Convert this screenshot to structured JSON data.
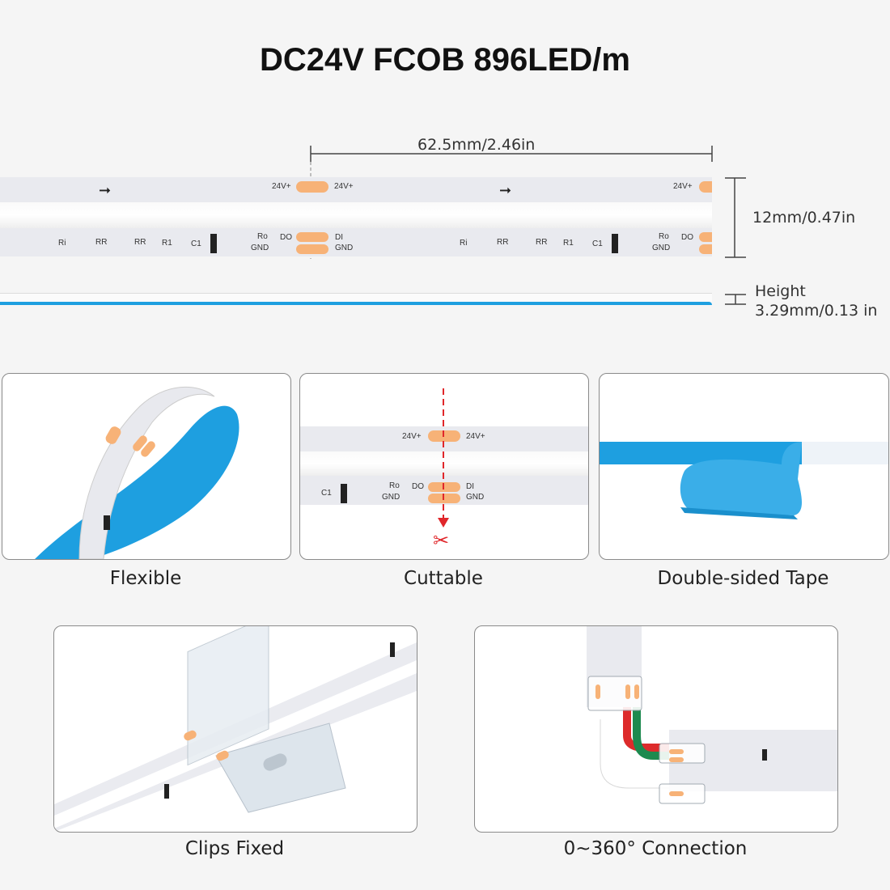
{
  "title": "DC24V FCOB 896LED/m",
  "dimensions": {
    "cut_length": "62.5mm/2.46in",
    "width": "12mm/0.47in",
    "height_label": "Height",
    "height_value": "3.29mm/0.13 in"
  },
  "strip_labels": {
    "v24": "24V+",
    "di": "DI",
    "gnd": "GND",
    "ro": "Ro",
    "do": "DO",
    "ri": "Ri",
    "rr": "RR",
    "r1": "R1",
    "c1": "C1"
  },
  "features": [
    {
      "caption": "Flexible"
    },
    {
      "caption": "Cuttable"
    },
    {
      "caption": "Double-sided Tape"
    },
    {
      "caption": "Clips Fixed"
    },
    {
      "caption": "0~360° Connection"
    }
  ],
  "colors": {
    "pad": "#f7b277",
    "tape": "#1e9fe0",
    "cut_line": "#e0262a"
  }
}
